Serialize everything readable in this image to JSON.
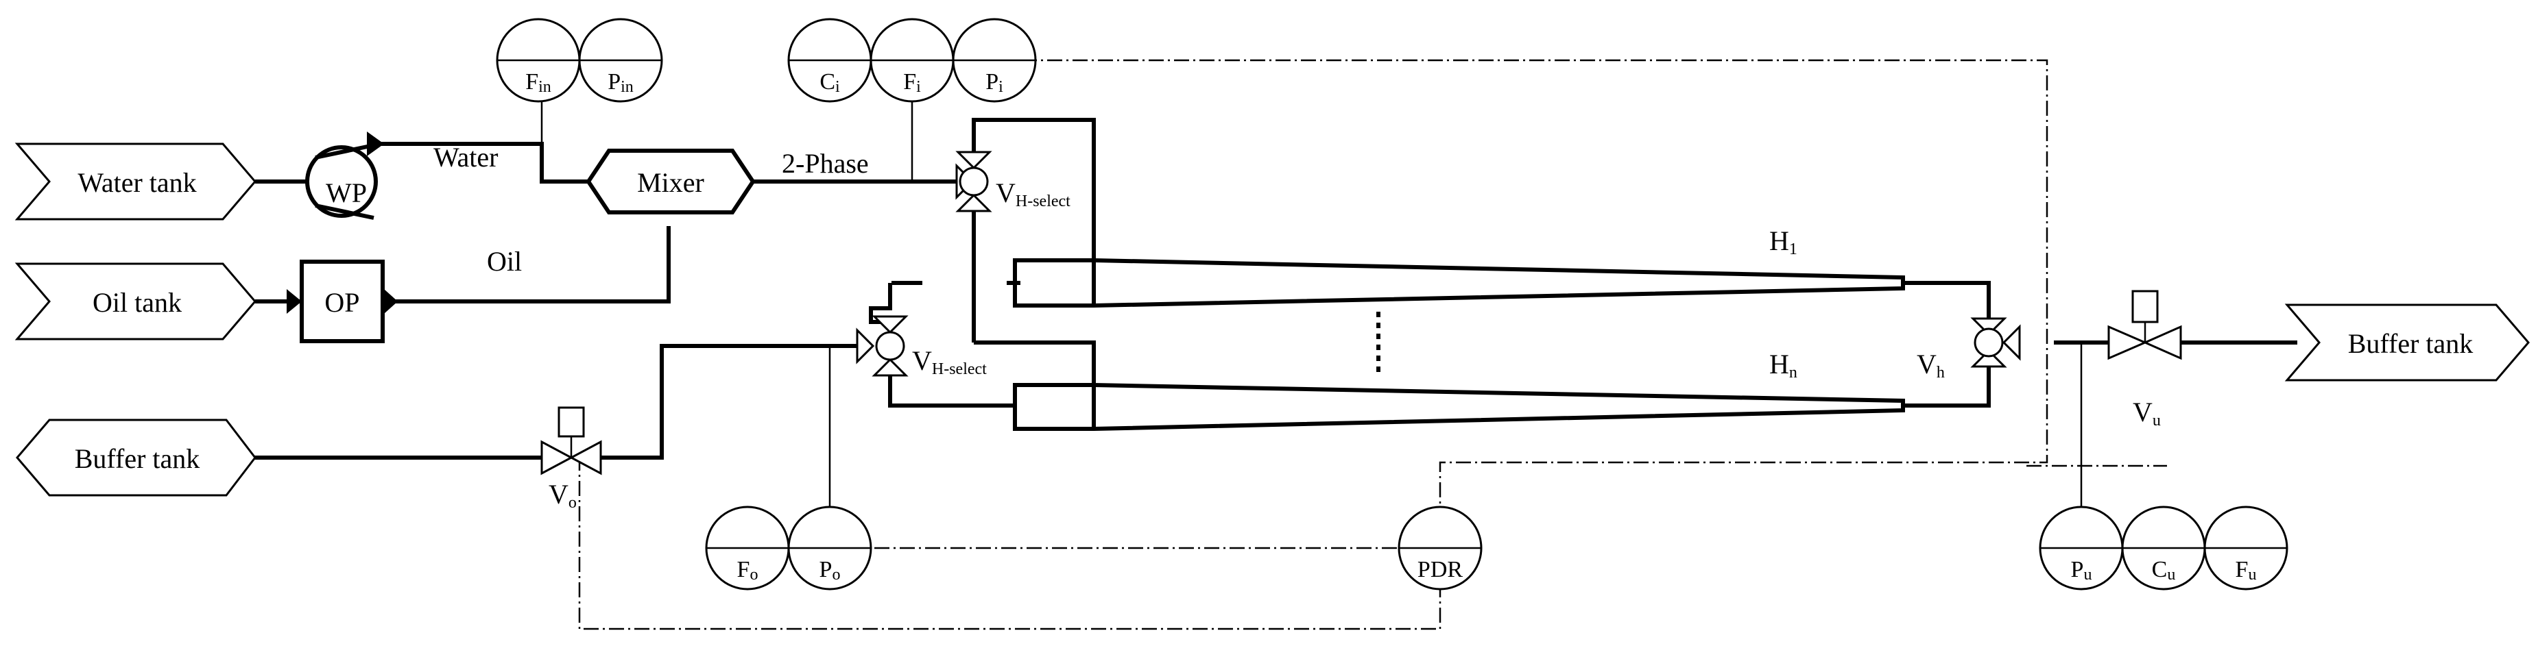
{
  "tanks": {
    "water_tank": "Water tank",
    "oil_tank": "Oil tank",
    "buffer_tank_left": "Buffer tank",
    "buffer_tank_right": "Buffer tank"
  },
  "pumps": {
    "water_pump": "WP",
    "oil_pump": "OP"
  },
  "mixer": "Mixer",
  "streams": {
    "water": "Water",
    "oil": "Oil",
    "two_phase": "2-Phase"
  },
  "instruments": {
    "inlet": [
      {
        "main": "F",
        "sub": "in"
      },
      {
        "main": "P",
        "sub": "in"
      }
    ],
    "internal": [
      {
        "main": "C",
        "sub": "i"
      },
      {
        "main": "F",
        "sub": "i"
      },
      {
        "main": "P",
        "sub": "i"
      }
    ],
    "outlet_oil": [
      {
        "main": "F",
        "sub": "o"
      },
      {
        "main": "P",
        "sub": "o"
      }
    ],
    "pdr": "PDR",
    "outlet_water": [
      {
        "main": "P",
        "sub": "u"
      },
      {
        "main": "C",
        "sub": "u"
      },
      {
        "main": "F",
        "sub": "u"
      }
    ]
  },
  "valves": {
    "v_h_select_top": {
      "main": "V",
      "sub": "H-select"
    },
    "v_h_select_bottom": {
      "main": "V",
      "sub": "H-select"
    },
    "v_h": {
      "main": "V",
      "sub": "h"
    },
    "v_o": {
      "main": "V",
      "sub": "o"
    },
    "v_u": {
      "main": "V",
      "sub": "u"
    }
  },
  "hydrocyclones": {
    "h1": {
      "main": "H",
      "sub": "1"
    },
    "hn": {
      "main": "H",
      "sub": "n"
    }
  }
}
